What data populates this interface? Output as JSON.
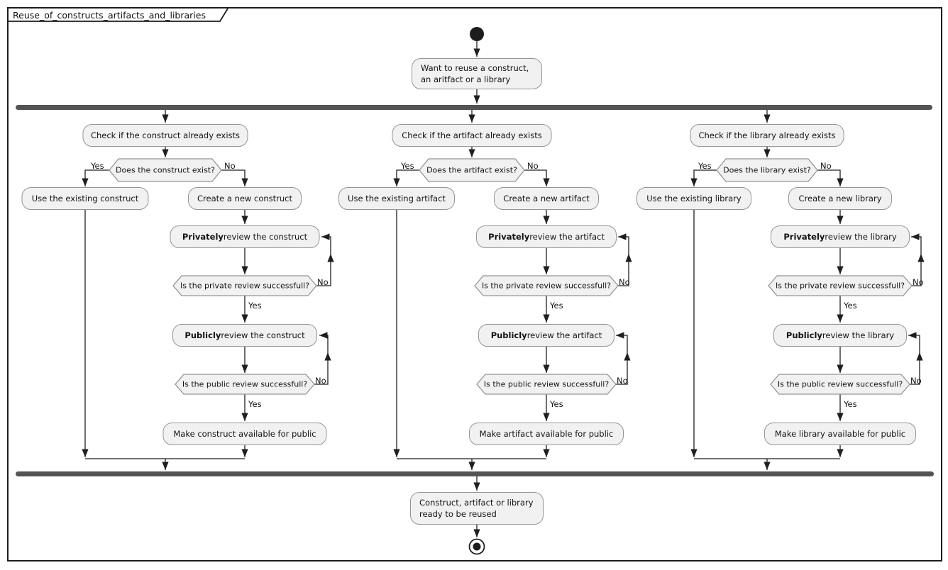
{
  "diagram": {
    "title": "Reuse_of_constructs_artifacts_and_libraries"
  },
  "start_activity": {
    "line1": "Want to reuse a construct,",
    "line2": "an aritfact or a library"
  },
  "end_activity": {
    "line1": "Construct, artifact or library",
    "line2": "ready to be reused"
  },
  "edge_labels": {
    "yes": "Yes",
    "no": "No"
  },
  "branches": [
    {
      "id": "construct",
      "check": "Check if the construct already exists",
      "exists_question": "Does the construct exist?",
      "use_existing": "Use the existing construct",
      "create_new": "Create a new construct",
      "private_review_bold": "Privately",
      "private_review_rest": " review the construct",
      "private_question": "Is the private review successfull?",
      "public_review_bold": "Publicly",
      "public_review_rest": " review the construct",
      "public_question": "Is the public review successfull?",
      "make_available": "Make construct available for public"
    },
    {
      "id": "artifact",
      "check": "Check if the artifact already exists",
      "exists_question": "Does the artifact exist?",
      "use_existing": "Use the existing artifact",
      "create_new": "Create a new artifact",
      "private_review_bold": "Privately",
      "private_review_rest": " review the artifact",
      "private_question": "Is the private review successfull?",
      "public_review_bold": "Publicly",
      "public_review_rest": " review the artifact",
      "public_question": "Is the public review successfull?",
      "make_available": "Make artifact available for public"
    },
    {
      "id": "library",
      "check": "Check if the library already exists",
      "exists_question": "Does the library exist?",
      "use_existing": "Use the existing library",
      "create_new": "Create a new library",
      "private_review_bold": "Privately",
      "private_review_rest": " review the library",
      "private_question": "Is the private review successfull?",
      "public_review_bold": "Publicly",
      "public_review_rest": " review the library",
      "public_question": "Is the public review successfull?",
      "make_available": "Make library available for public"
    }
  ],
  "colors": {
    "node_fill": "#f1f1f1",
    "node_border": "#959595",
    "bar": "#545454",
    "line": "#1f1f1f",
    "frame": "#1c1c1c"
  }
}
